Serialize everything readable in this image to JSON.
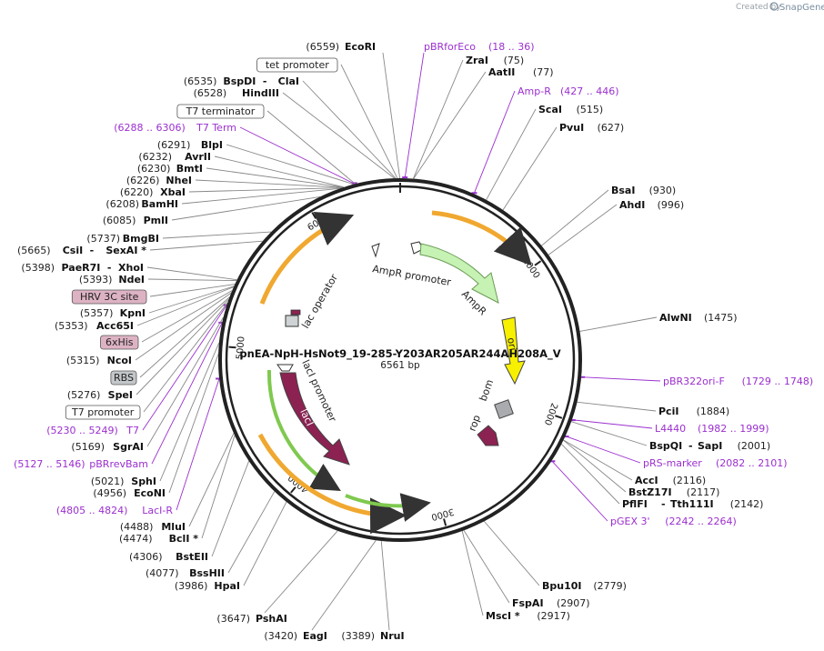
{
  "credit": {
    "created_by": "Created by",
    "brand": "SnapGene"
  },
  "plasmid": {
    "name": "pnEA-NpH-HsNot9_19-285-Y203AR205AR244AH208A_V",
    "size": "6561 bp"
  },
  "colors": {
    "enzyme_line": "#888888",
    "primer": "#9b2fcf",
    "orange": "#f0a830",
    "green": "#9ede7a",
    "yellow": "#f7f000",
    "maroon": "#8b2252",
    "gray": "#a9abae"
  },
  "tick_marks": [
    {
      "label": "1000",
      "bp": 1000
    },
    {
      "label": "2000",
      "bp": 2000
    },
    {
      "label": "3000",
      "bp": 3000
    },
    {
      "label": "4000",
      "bp": 4000
    },
    {
      "label": "5000",
      "bp": 5000
    },
    {
      "label": "6000",
      "bp": 6000
    }
  ],
  "right_labels": [
    {
      "pos": "(75)",
      "name": "ZraI",
      "bp": 75
    },
    {
      "pos": "(77)",
      "name": "AatII",
      "bp": 77
    },
    {
      "range": "(427 .. 446)",
      "name": "Amp-R",
      "primer": true,
      "bp": 436
    },
    {
      "pos": "(515)",
      "name": "ScaI",
      "bp": 515
    },
    {
      "pos": "(627)",
      "name": "PvuI",
      "bp": 627
    },
    {
      "pos": "(930)",
      "name": "BsaI",
      "bp": 930
    },
    {
      "pos": "(996)",
      "name": "AhdI",
      "bp": 996
    },
    {
      "pos": "(1475)",
      "name": "AlwNI",
      "bp": 1475
    },
    {
      "range": "(1729 .. 1748)",
      "name": "pBR322ori-F",
      "primer": true,
      "bp": 1738
    },
    {
      "pos": "(1884)",
      "name": "PciI",
      "bp": 1884
    },
    {
      "range": "(1982 .. 1999)",
      "name": "L4440",
      "primer": true,
      "bp": 1990
    },
    {
      "pos": "(2001)",
      "name": "BspQI",
      "name2": "SapI",
      "bp": 2001
    },
    {
      "range": "(2082 .. 2101)",
      "name": "pRS-marker",
      "primer": true,
      "bp": 2091
    },
    {
      "pos": "(2116)",
      "name": "AccI",
      "bp": 2116
    },
    {
      "pos": "(2117)",
      "name": "BstZ17I",
      "bp": 2117
    },
    {
      "pos": "(2142)",
      "name": "PflFI",
      "name2": "Tth111I",
      "bp": 2142
    },
    {
      "range": "(2242 .. 2264)",
      "name": "pGEX 3'",
      "primer": true,
      "bp": 2253
    },
    {
      "pos": "(2779)",
      "name": "Bpu10I",
      "bp": 2779
    },
    {
      "pos": "(2907)",
      "name": "FspAI",
      "bp": 2907
    },
    {
      "pos": "(2917)",
      "name": "MscI *",
      "bp": 2917
    }
  ],
  "bottom_labels": [
    {
      "pos": "(3389)",
      "name": "NruI",
      "bp": 3389
    },
    {
      "pos": "(3420)",
      "name": "EagI",
      "bp": 3420
    },
    {
      "pos": "(3647)",
      "name": "PshAI",
      "bp": 3647
    }
  ],
  "left_labels": [
    {
      "pos": "(3986)",
      "name": "HpaI",
      "bp": 3986
    },
    {
      "pos": "(4077)",
      "name": "BssHII",
      "bp": 4077
    },
    {
      "pos": "(4306)",
      "name": "BstEII",
      "bp": 4306
    },
    {
      "pos": "(4474)",
      "name": "BclI *",
      "bp": 4474
    },
    {
      "pos": "(4488)",
      "name": "MluI",
      "bp": 4488
    },
    {
      "range": "(4805 .. 4824)",
      "name": "LacI-R",
      "primer": true,
      "bp": 4814
    },
    {
      "pos": "(4956)",
      "name": "EcoNI",
      "bp": 4956
    },
    {
      "pos": "(5021)",
      "name": "SphI",
      "bp": 5021
    },
    {
      "range": "(5127 .. 5146)",
      "name": "pBRrevBam",
      "primer": true,
      "bp": 5136
    },
    {
      "pos": "(5169)",
      "name": "SgrAI",
      "bp": 5169
    },
    {
      "range": "(5230 .. 5249)",
      "name": "T7",
      "primer": true,
      "bp": 5240
    },
    {
      "feature": "T7 promoter",
      "bp": 5255,
      "style": "white"
    },
    {
      "pos": "(5276)",
      "name": "SpeI",
      "bp": 5276
    },
    {
      "feature": "RBS",
      "bp": 5290,
      "style": "gray"
    },
    {
      "pos": "(5315)",
      "name": "NcoI",
      "bp": 5315
    },
    {
      "feature": "6xHis",
      "bp": 5330,
      "style": "pink"
    },
    {
      "pos": "(5353)",
      "name": "Acc65I",
      "bp": 5353
    },
    {
      "pos": "(5357)",
      "name": "KpnI",
      "bp": 5357
    },
    {
      "feature": "HRV 3C site",
      "bp": 5370,
      "style": "pink"
    },
    {
      "pos": "(5393)",
      "name": "NdeI",
      "bp": 5393
    },
    {
      "pos": "(5398)",
      "name": "PaeR7I",
      "name2": "XhoI",
      "bp": 5398
    },
    {
      "pos": "(5665)",
      "name": "CsiI",
      "name2": "SexAI *",
      "bp": 5665
    },
    {
      "pos": "(5737)",
      "name": "BmgBI",
      "bp": 5737
    },
    {
      "pos": "(6085)",
      "name": "PmlI",
      "bp": 6085
    },
    {
      "pos": "(6208)",
      "name": "BamHI",
      "bp": 6208
    },
    {
      "pos": "(6220)",
      "name": "XbaI",
      "bp": 6220
    },
    {
      "pos": "(6226)",
      "name": "NheI",
      "bp": 6226
    },
    {
      "pos": "(6230)",
      "name": "BmtI",
      "bp": 6230
    },
    {
      "pos": "(6232)",
      "name": "AvrII",
      "bp": 6232
    },
    {
      "pos": "(6291)",
      "name": "BlpI",
      "bp": 6291
    },
    {
      "range": "(6288 .. 6306)",
      "name": "T7 Term",
      "primer": true,
      "bp": 6297
    },
    {
      "feature": "T7 terminator",
      "bp": 6300,
      "style": "white"
    },
    {
      "pos": "(6528)",
      "name": "HindIII",
      "bp": 6528
    },
    {
      "pos": "(6535)",
      "name": "BspDI",
      "name2": "ClaI",
      "bp": 6535
    },
    {
      "feature": "tet promoter",
      "bp": 6545,
      "style": "white"
    }
  ],
  "top_labels": [
    {
      "pos": "(6559)",
      "name": "EcoRI",
      "bp": 6559
    },
    {
      "range": "(18 .. 36)",
      "name": "pBRforEco",
      "primer": true,
      "bp": 27
    }
  ],
  "map_features": {
    "ampr_promoter": "AmpR promoter",
    "ampr": "AmpR",
    "ori": "ori",
    "rop": "rop",
    "bom": "bom",
    "laci_promoter": "lacI promoter",
    "laci": "lacI",
    "lac_operator": "lac operator"
  }
}
